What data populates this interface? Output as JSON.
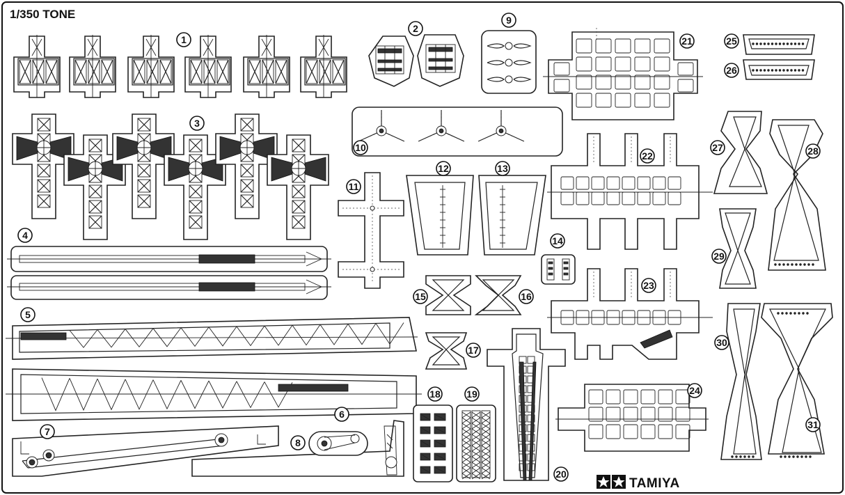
{
  "sheet": {
    "title": "1/350 TONE",
    "brand": "TAMIYA",
    "brand_mark_icon": "tamiya-star-logo-icon"
  },
  "parts": [
    "1",
    "2",
    "3",
    "4",
    "5",
    "6",
    "7",
    "8",
    "9",
    "10",
    "11",
    "12",
    "13",
    "14",
    "15",
    "16",
    "17",
    "18",
    "19",
    "20",
    "21",
    "22",
    "23",
    "24",
    "25",
    "26",
    "27",
    "28",
    "29",
    "30",
    "31"
  ]
}
